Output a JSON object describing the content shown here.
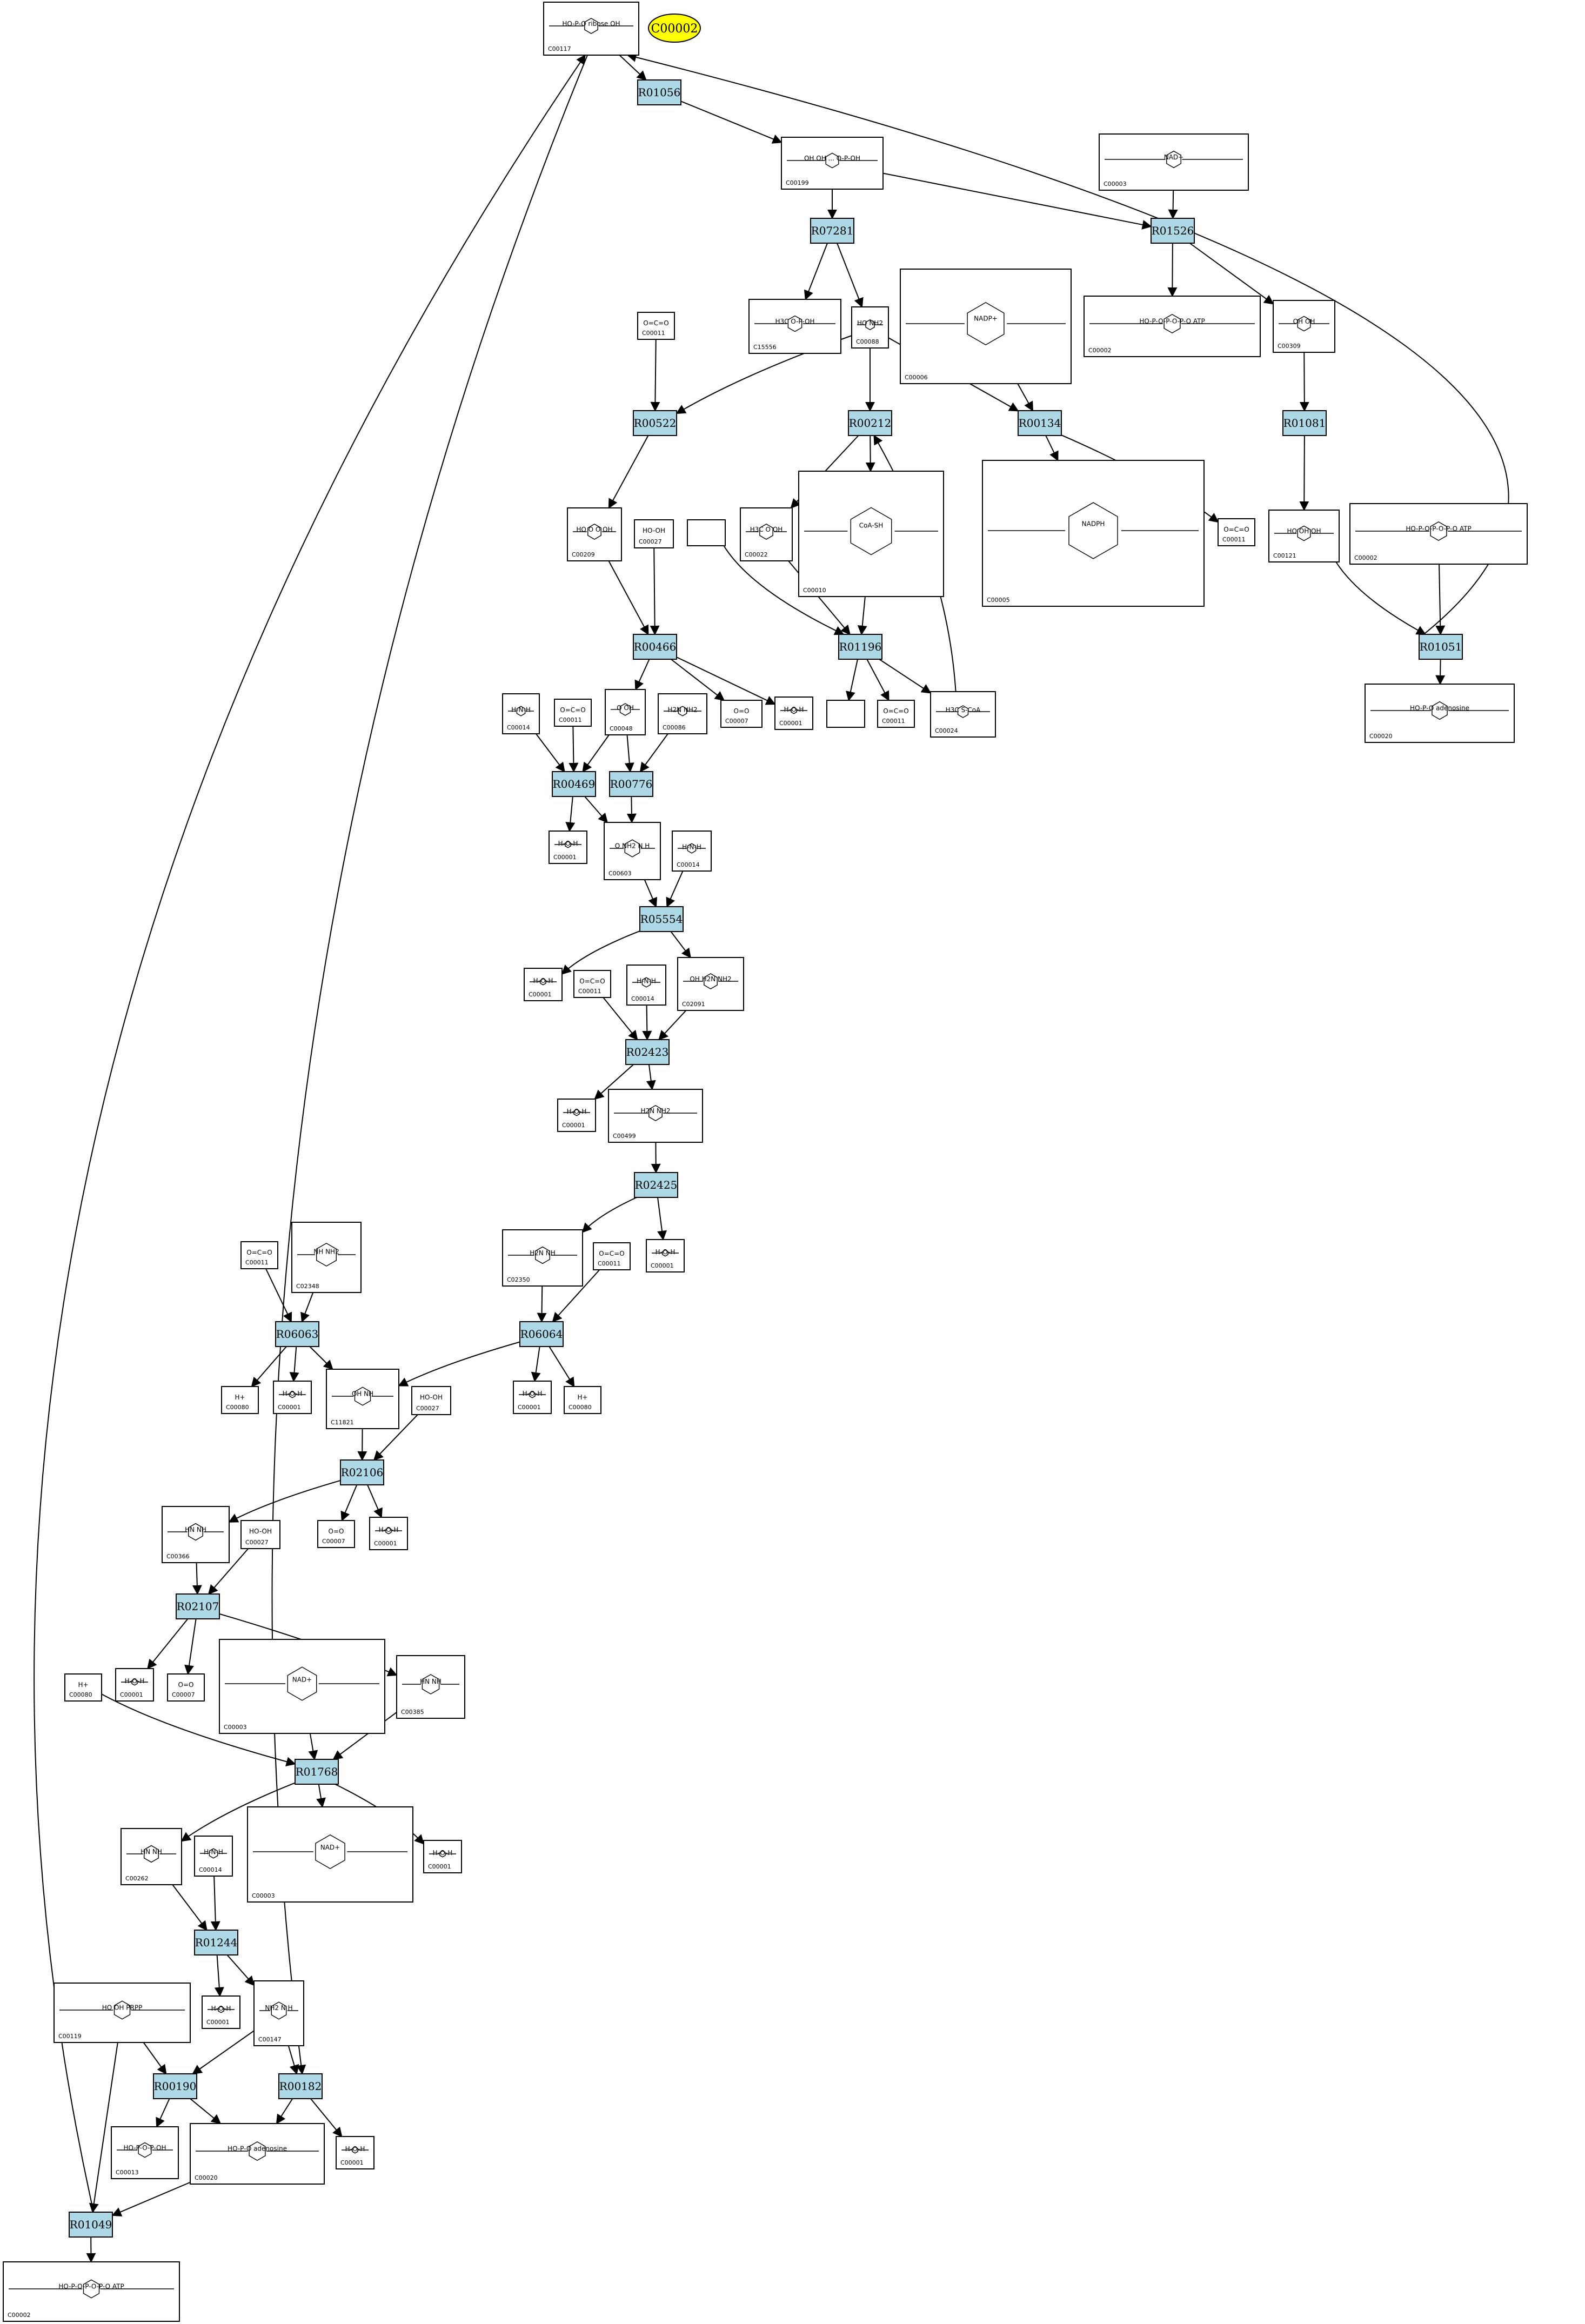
{
  "title": {
    "label": "C00002",
    "color": "#ffff00"
  },
  "colors": {
    "reaction_fill": "#add8e6",
    "compound_fill": "#ffffff",
    "edge": "#000000"
  },
  "reactions": [
    {
      "id": "R01056"
    },
    {
      "id": "R07281"
    },
    {
      "id": "R01526"
    },
    {
      "id": "R00522"
    },
    {
      "id": "R00212"
    },
    {
      "id": "R00134"
    },
    {
      "id": "R01081"
    },
    {
      "id": "R00466"
    },
    {
      "id": "R01196"
    },
    {
      "id": "R01051"
    },
    {
      "id": "R00469"
    },
    {
      "id": "R00776"
    },
    {
      "id": "R05554"
    },
    {
      "id": "R02423"
    },
    {
      "id": "R02425"
    },
    {
      "id": "R06063"
    },
    {
      "id": "R06064"
    },
    {
      "id": "R02106"
    },
    {
      "id": "R02107"
    },
    {
      "id": "R01768"
    },
    {
      "id": "R01244"
    },
    {
      "id": "R00190"
    },
    {
      "id": "R00182"
    },
    {
      "id": "R01049"
    }
  ],
  "compounds": [
    {
      "key": "c00117_top",
      "id": "C00117",
      "structure": "HO-P-O ribose OH"
    },
    {
      "key": "c00199",
      "id": "C00199",
      "structure": "OH OH ... O-P-OH"
    },
    {
      "key": "c00003_top",
      "id": "C00003",
      "structure": "NAD+"
    },
    {
      "key": "c00011_a",
      "id": "C00011",
      "structure": "O=C=O"
    },
    {
      "key": "c15556",
      "id": "C15556",
      "structure": "H3C O-P-OH"
    },
    {
      "key": "c00088",
      "id": "C00088",
      "structure": "HO NH2"
    },
    {
      "key": "c00006",
      "id": "C00006",
      "structure": "NADP+"
    },
    {
      "key": "c00002_a",
      "id": "C00002",
      "structure": "HO-P-O-P-O-P-O ATP"
    },
    {
      "key": "c00309",
      "id": "C00309",
      "structure": "OH OH"
    },
    {
      "key": "c00209",
      "id": "C00209",
      "structure": "HO O O OH"
    },
    {
      "key": "c00027_a",
      "id": "C00027",
      "structure": "HO-OH"
    },
    {
      "key": "blank_a",
      "id": "",
      "structure": ""
    },
    {
      "key": "c00022",
      "id": "C00022",
      "structure": "H3C O OH"
    },
    {
      "key": "c00010",
      "id": "C00010",
      "structure": "CoA-SH"
    },
    {
      "key": "c00005",
      "id": "C00005",
      "structure": "NADPH"
    },
    {
      "key": "c00011_b",
      "id": "C00011",
      "structure": "O=C=O"
    },
    {
      "key": "c00121",
      "id": "C00121",
      "structure": "HO OH OH"
    },
    {
      "key": "c00002_b",
      "id": "C00002",
      "structure": "HO-P-O-P-O-P-O ATP"
    },
    {
      "key": "c00014_a",
      "id": "C00014",
      "structure": "H-N-H"
    },
    {
      "key": "c00011_c",
      "id": "C00011",
      "structure": "O=C=O"
    },
    {
      "key": "c00048",
      "id": "C00048",
      "structure": "O OH"
    },
    {
      "key": "c00086",
      "id": "C00086",
      "structure": "H2N NH2"
    },
    {
      "key": "c00007_a",
      "id": "C00007",
      "structure": "O=O"
    },
    {
      "key": "c00001_a",
      "id": "C00001",
      "structure": "H-O-H"
    },
    {
      "key": "blank_b",
      "id": "",
      "structure": ""
    },
    {
      "key": "c00011_d",
      "id": "C00011",
      "structure": "O=C=O"
    },
    {
      "key": "c00024",
      "id": "C00024",
      "structure": "H3C S-CoA"
    },
    {
      "key": "c00020_top",
      "id": "C00020",
      "structure": "HO-P-O adenosine"
    },
    {
      "key": "c00001_b",
      "id": "C00001",
      "structure": "H-O-H"
    },
    {
      "key": "c00603",
      "id": "C00603",
      "structure": "O NH2 N H"
    },
    {
      "key": "c00014_b",
      "id": "C00014",
      "structure": "H-N-H"
    },
    {
      "key": "c00001_c",
      "id": "C00001",
      "structure": "H-O-H"
    },
    {
      "key": "c00011_e",
      "id": "C00011",
      "structure": "O=C=O"
    },
    {
      "key": "c00014_c",
      "id": "C00014",
      "structure": "H-N-H"
    },
    {
      "key": "c02091",
      "id": "C02091",
      "structure": "OH H2N NH2"
    },
    {
      "key": "c00001_d",
      "id": "C00001",
      "structure": "H-O-H"
    },
    {
      "key": "c00499",
      "id": "C00499",
      "structure": "H2N NH2"
    },
    {
      "key": "c00011_f",
      "id": "C00011",
      "structure": "O=C=O"
    },
    {
      "key": "c02348",
      "id": "C02348",
      "structure": "NH NH2"
    },
    {
      "key": "c02350",
      "id": "C02350",
      "structure": "H2N NH"
    },
    {
      "key": "c00011_g",
      "id": "C00011",
      "structure": "O=C=O"
    },
    {
      "key": "c00001_e",
      "id": "C00001",
      "structure": "H-O-H"
    },
    {
      "key": "c00080_a",
      "id": "C00080",
      "structure": "H+"
    },
    {
      "key": "c00001_f",
      "id": "C00001",
      "structure": "H-O-H"
    },
    {
      "key": "c11821",
      "id": "C11821",
      "structure": "OH NH"
    },
    {
      "key": "c00001_g",
      "id": "C00001",
      "structure": "H-O-H"
    },
    {
      "key": "c00080_b",
      "id": "C00080",
      "structure": "H+"
    },
    {
      "key": "c00027_b",
      "id": "C00027",
      "structure": "HO-OH"
    },
    {
      "key": "c00366",
      "id": "C00366",
      "structure": "HN NH"
    },
    {
      "key": "c00027_c",
      "id": "C00027",
      "structure": "HO-OH"
    },
    {
      "key": "c00007_b",
      "id": "C00007",
      "structure": "O=O"
    },
    {
      "key": "c00001_h",
      "id": "C00001",
      "structure": "H-O-H"
    },
    {
      "key": "c00080_c",
      "id": "C00080",
      "structure": "H+"
    },
    {
      "key": "c00001_i",
      "id": "C00001",
      "structure": "H-O-H"
    },
    {
      "key": "c00007_c",
      "id": "C00007",
      "structure": "O=O"
    },
    {
      "key": "c00003_mid",
      "id": "C00003",
      "structure": "NAD+"
    },
    {
      "key": "c00385",
      "id": "C00385",
      "structure": "HN NH"
    },
    {
      "key": "c00262",
      "id": "C00262",
      "structure": "HN NH"
    },
    {
      "key": "c00014_d",
      "id": "C00014",
      "structure": "H-N-H"
    },
    {
      "key": "c00003_low",
      "id": "C00003",
      "structure": "NAD+"
    },
    {
      "key": "c00001_j",
      "id": "C00001",
      "structure": "H-O-H"
    },
    {
      "key": "c00119",
      "id": "C00119",
      "structure": "HO OH PRPP"
    },
    {
      "key": "c00001_k",
      "id": "C00001",
      "structure": "H-O-H"
    },
    {
      "key": "c00147",
      "id": "C00147",
      "structure": "NH2 N H"
    },
    {
      "key": "c00013",
      "id": "C00013",
      "structure": "HO-P-O-P-OH"
    },
    {
      "key": "c00020",
      "id": "C00020",
      "structure": "HO-P-O adenosine"
    },
    {
      "key": "c00001_l",
      "id": "C00001",
      "structure": "H-O-H"
    },
    {
      "key": "c00002_bottom",
      "id": "C00002",
      "structure": "HO-P-O-P-O-P-O ATP"
    }
  ]
}
